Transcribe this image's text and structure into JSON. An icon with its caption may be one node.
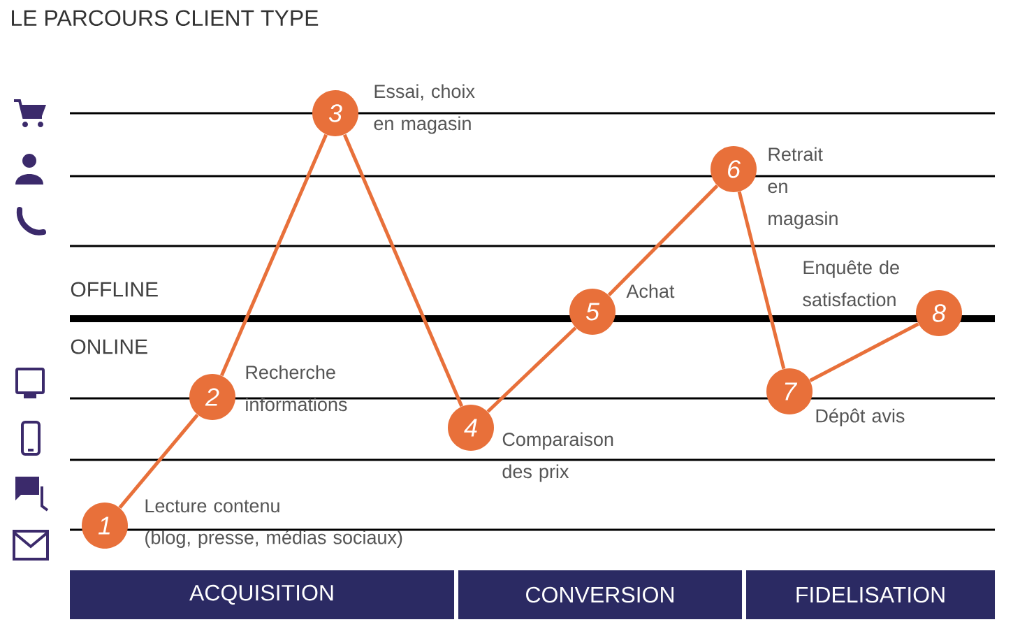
{
  "diagram": {
    "title": "LE PARCOURS CLIENT TYPE",
    "nodes": [
      {
        "text": [
          "1"
        ],
        "beside": [
          "Lecture contenu",
          "(blog, presse, médias sociaux)"
        ]
      },
      {
        "text": [
          "2"
        ],
        "beside": [
          "Recherche informations"
        ]
      },
      {
        "text": [
          "3"
        ],
        "beside": [
          "Essai, choix en magasin"
        ]
      },
      {
        "text": [
          "4"
        ],
        "beside": [
          "Comparaison des prix"
        ]
      },
      {
        "text": [
          "5"
        ],
        "beside": [
          "Achat"
        ]
      },
      {
        "text": [
          "6"
        ],
        "beside": [
          "Retrait en magasin"
        ]
      },
      {
        "text": [
          "7"
        ],
        "beside": [
          "Dépôt avis"
        ]
      },
      {
        "text": [
          "8"
        ],
        "beside": [
          "Enquête de satisfaction"
        ]
      },
      {
        "text": [
          "ACQUISITION"
        ]
      },
      {
        "text": [
          "CONVERSION"
        ]
      },
      {
        "text": [
          "FIDELISATION"
        ]
      }
    ],
    "edges": [
      {
        "from": 0,
        "to": 1,
        "arrow": "none"
      },
      {
        "from": 1,
        "to": 2,
        "arrow": "none"
      },
      {
        "from": 2,
        "to": 3,
        "arrow": "none"
      },
      {
        "from": 3,
        "to": 4,
        "arrow": "none"
      },
      {
        "from": 4,
        "to": 5,
        "arrow": "none"
      },
      {
        "from": 5,
        "to": 6,
        "arrow": "none"
      },
      {
        "from": 6,
        "to": 7,
        "arrow": "none"
      }
    ],
    "labels": [
      "OFFLINE",
      "ONLINE"
    ]
  }
}
